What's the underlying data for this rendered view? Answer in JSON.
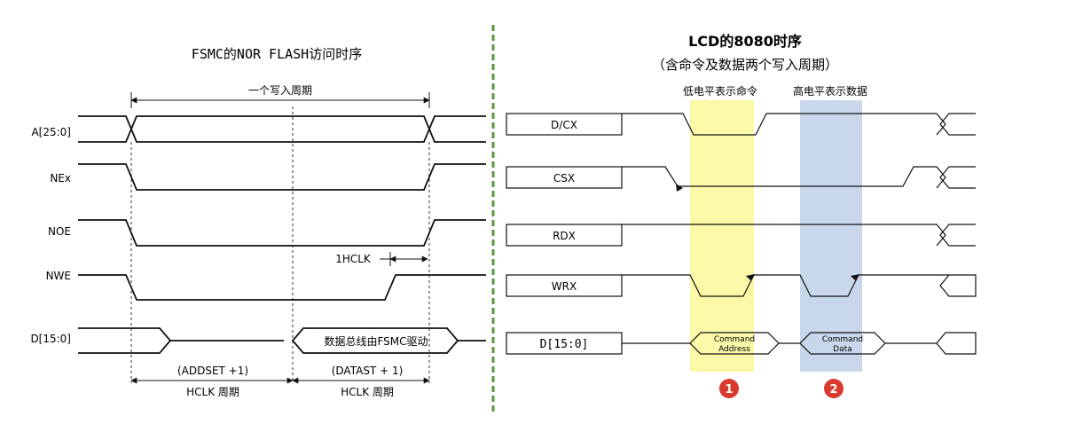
{
  "left": {
    "title": "FSMC的NOR FLASH访问时序",
    "cycle_label": "一个写入周期",
    "signals": [
      "A[25:0]",
      "NEx",
      "NOE",
      "NWE",
      "D[15:0]"
    ],
    "hclk_label": "1HCLK",
    "data_bus_label": "数据总线由FSMC驱动",
    "addset_label": "(ADDSET +1)",
    "addset_unit": "HCLK 周期",
    "datast_label": "(DATAST + 1)",
    "datast_unit": "HCLK 周期"
  },
  "right": {
    "title_line1": "LCD的8080时序",
    "title_line2": "（含命令及数据两个写入周期）",
    "low_level_note": "低电平表示命令",
    "high_level_note": "高电平表示数据",
    "signals": [
      "D/CX",
      "CSX",
      "RDX",
      "WRX",
      "D[15:0]"
    ],
    "command_address_line1": "Command",
    "command_address_line2": "Address",
    "command_data_line1": "Command",
    "command_data_line2": "Data",
    "badge1": "1",
    "badge2": "2"
  },
  "colors": {
    "divider": "#5a9a3c",
    "highlight_yellow": "#fbf9a8",
    "highlight_blue": "#c9d7ec",
    "badge_red": "#d93a2e",
    "line": "#111111"
  }
}
